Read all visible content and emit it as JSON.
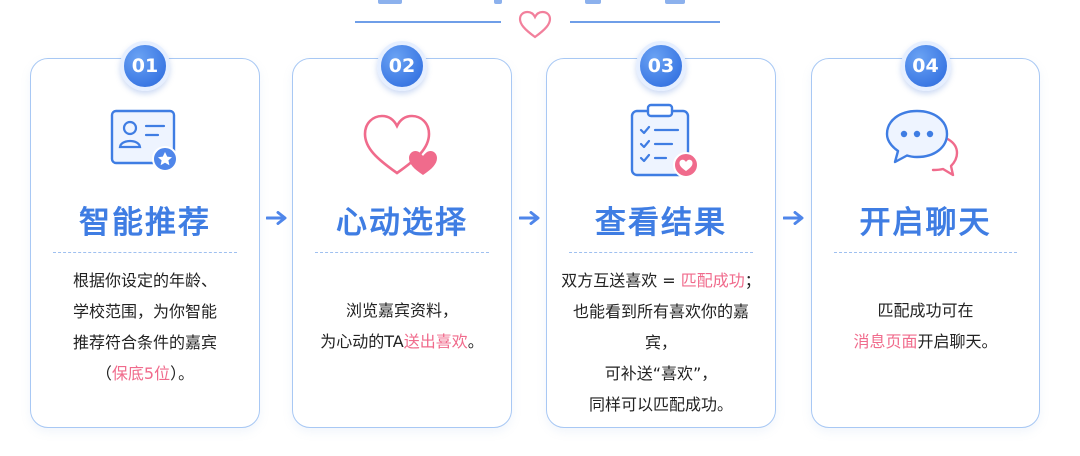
{
  "steps": [
    {
      "number": "01",
      "title": "智能推荐",
      "icon": "profile-card-icon",
      "lines": [
        [
          "根据你设定的年龄、"
        ],
        [
          "学校范围，为你智能"
        ],
        [
          "推荐符合条件的嘉宾"
        ]
      ],
      "line4_pre": "（",
      "line4_hl": "保底5位",
      "line4_post": "）。"
    },
    {
      "number": "02",
      "title": "心动选择",
      "icon": "heart-icon",
      "line1": "浏览嘉宾资料，",
      "line2_pre": "为心动的TA",
      "line2_hl": "送出喜欢",
      "line2_post": "。"
    },
    {
      "number": "03",
      "title": "查看结果",
      "icon": "checklist-clipboard-icon",
      "line1_pre": "双方互送喜欢 = ",
      "line1_hl": "匹配成功",
      "line1_post": "；",
      "line2": "也能看到所有喜欢你的嘉宾，",
      "line3": "可补送“喜欢”，",
      "line4": "同样可以匹配成功。"
    },
    {
      "number": "04",
      "title": "开启聊天",
      "icon": "chat-bubbles-icon",
      "line1": "匹配成功可在",
      "line2_hl": "消息页面",
      "line2_post": "开启聊天。"
    }
  ],
  "colors": {
    "accent_blue": "#3f7de3",
    "highlight_pink": "#f06b8c",
    "card_border": "#a8c8f4"
  }
}
